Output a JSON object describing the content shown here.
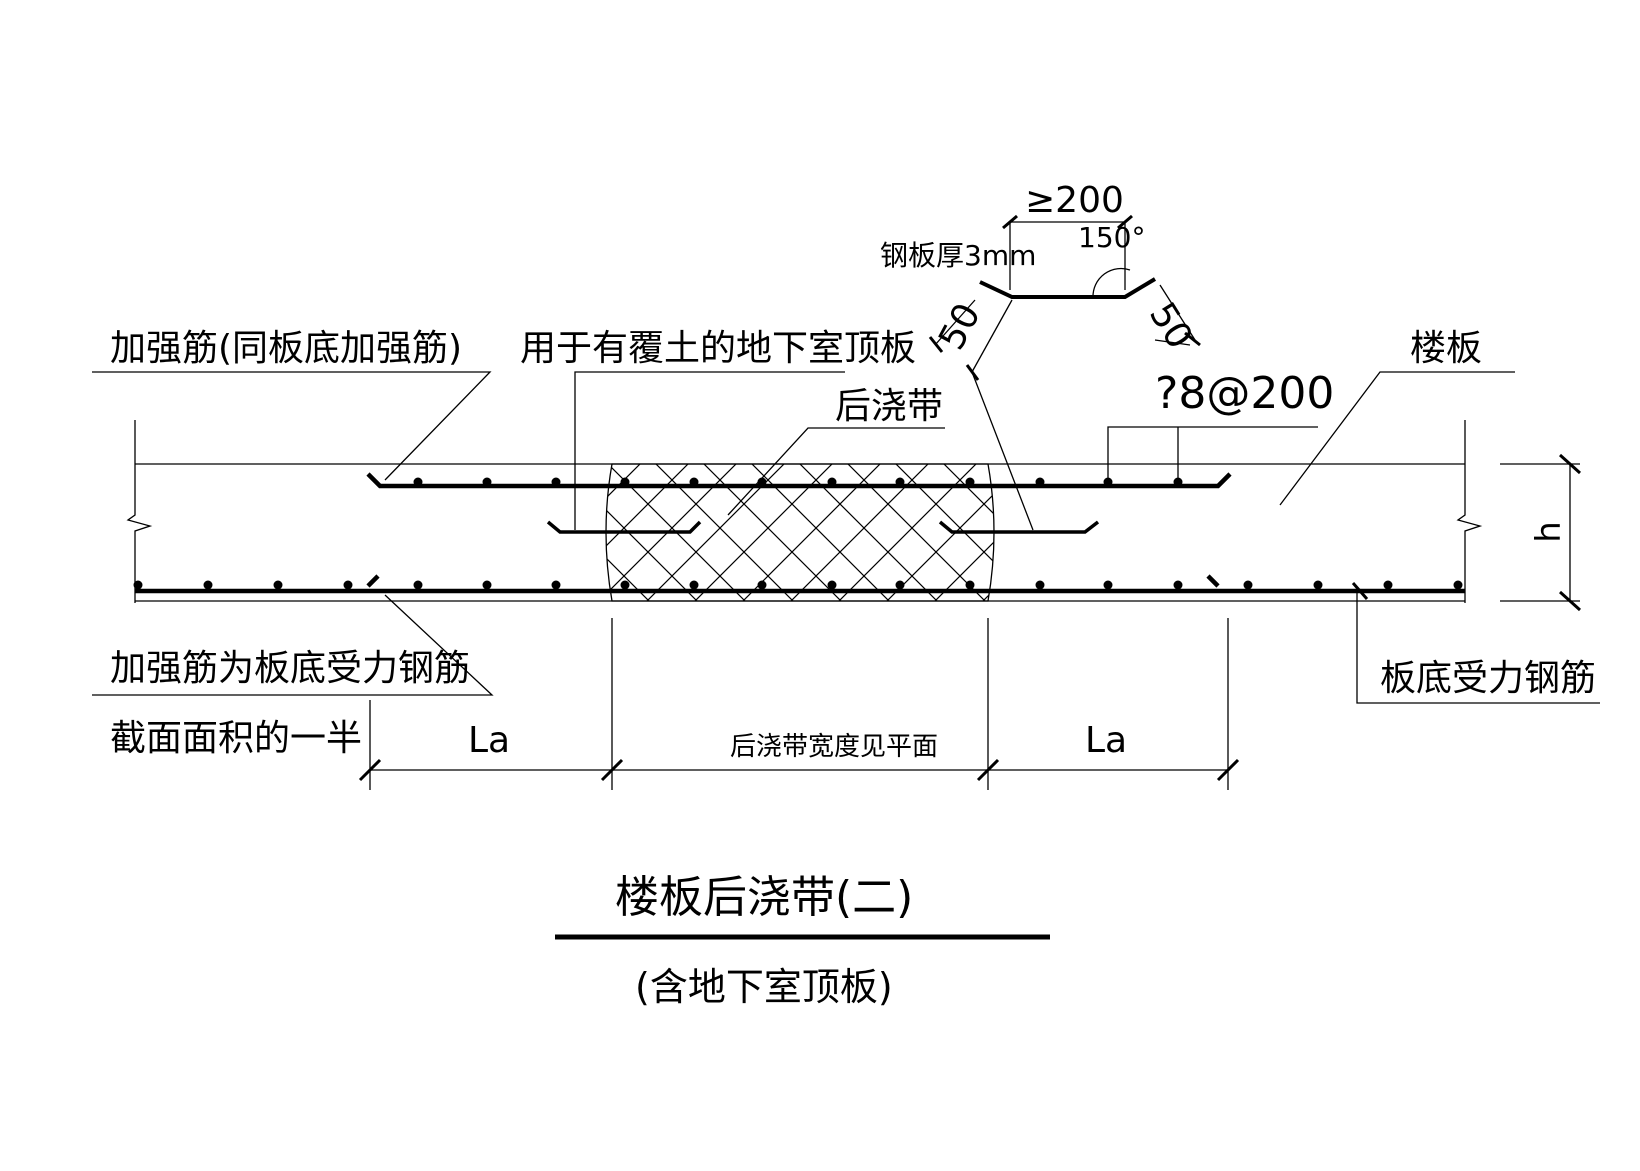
{
  "colors": {
    "ink": "#000000",
    "paper": "#ffffff"
  },
  "labels": {
    "reinforcement_same_as_bottom": "加强筋(同板底加强筋)",
    "for_covered_basement_roof": "用于有覆土的地下室顶板",
    "post_cast_strip": "后浇带",
    "steel_plate_thickness": "钢板厚3mm",
    "floor_slab": "楼板",
    "rebar_spec": "?8@200",
    "reinforcement_is_bottom_rebar": "加强筋为板底受力钢筋",
    "half_section_area": "截面面积的一半",
    "bottom_stressed_rebar": "板底受力钢筋",
    "height_h": "h"
  },
  "dimensions": {
    "plate_flat_width": "≥200",
    "plate_angle": "150°",
    "plate_left_slope": "50",
    "plate_right_slope": "50",
    "anchor_left": "La",
    "strip_width_note": "后浇带宽度见平面",
    "anchor_right": "La"
  },
  "title": {
    "main": "楼板后浇带(二)",
    "sub": "(含地下室顶板)"
  }
}
